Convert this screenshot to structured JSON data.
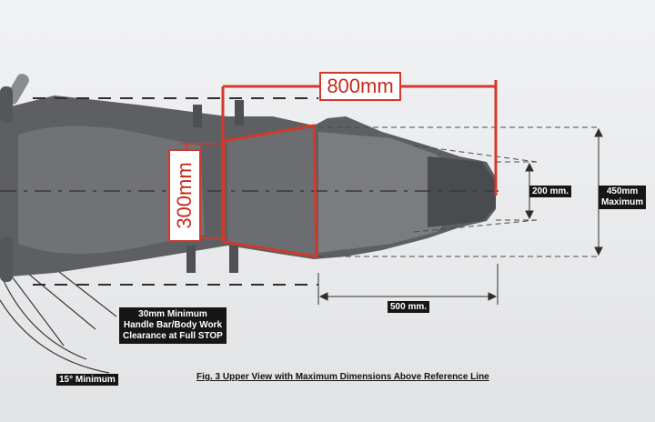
{
  "dimensions": {
    "width_top": "800mm",
    "width_mid": "300mm",
    "height_small": "200 mm.",
    "height_max": "450mm\nMaximum",
    "length_rear": "500 mm."
  },
  "notes": {
    "clearance": "30mm Minimum\nHandle Bar/Body Work\nClearance at Full STOP",
    "angle": "15° Minimum"
  },
  "caption": "Fig. 3  Upper View with Maximum Dimensions Above Reference Line",
  "colors": {
    "red_outline": "#d13a2a",
    "body_gray": "#5e5f63",
    "label_bg": "#161616"
  }
}
